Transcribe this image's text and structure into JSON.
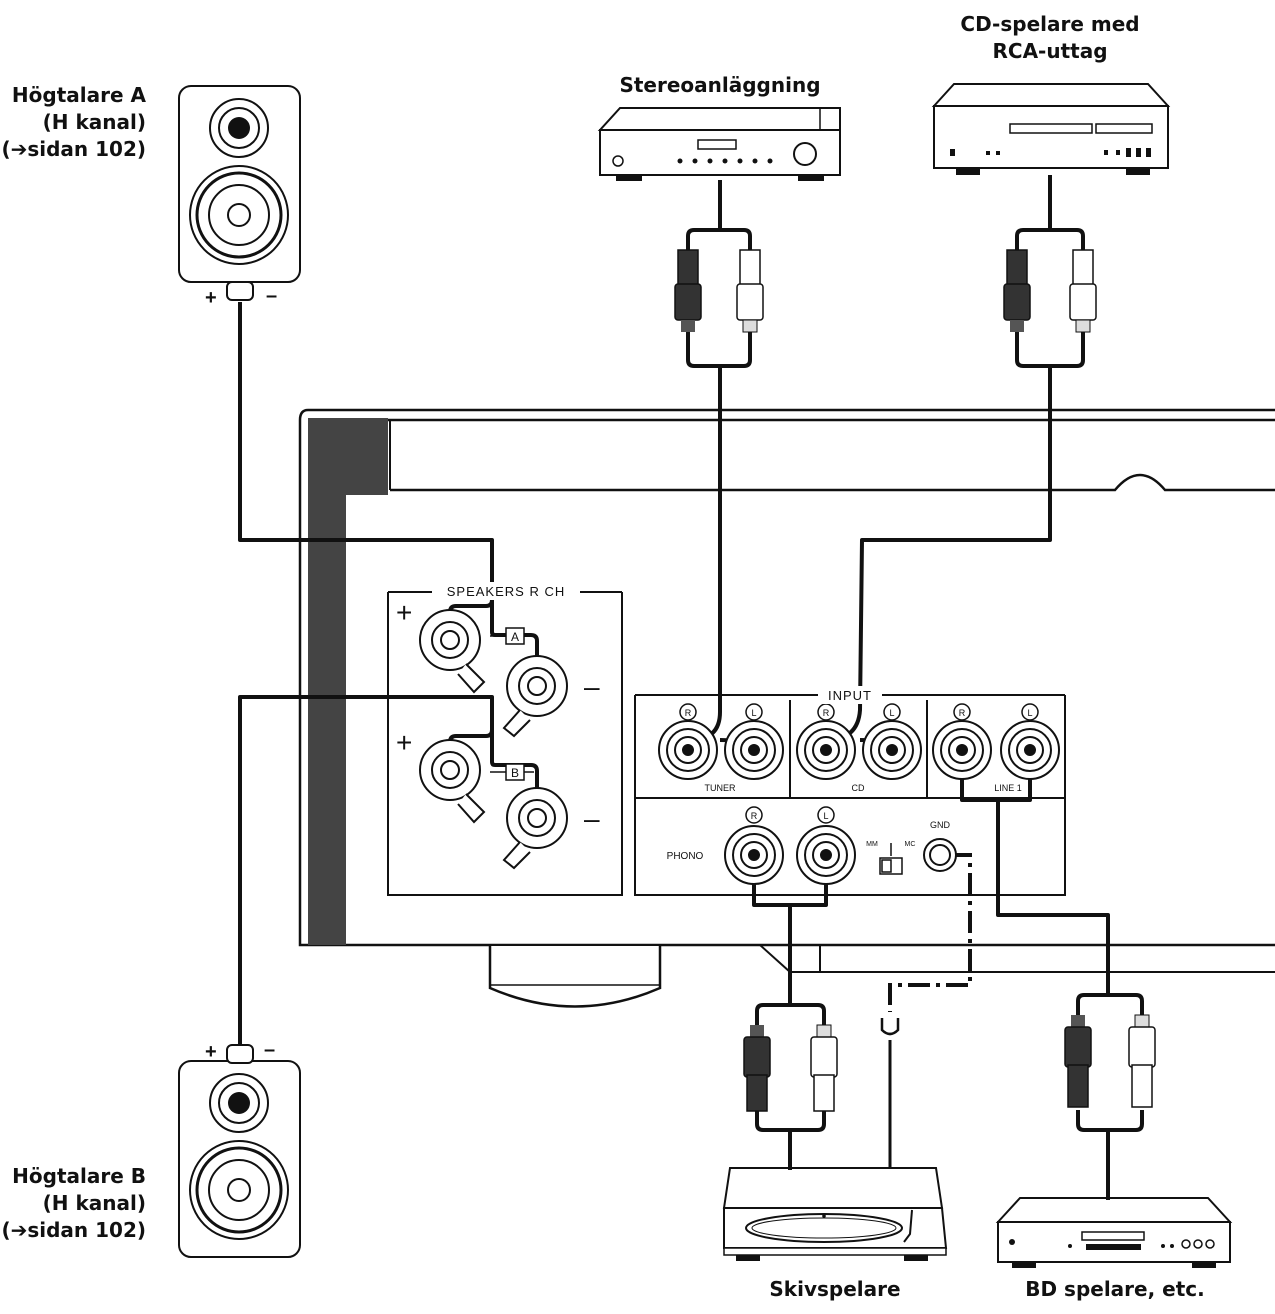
{
  "labels": {
    "speaker_a": [
      "Högtalare A",
      "(H kanal)",
      "(➔sidan 102)"
    ],
    "speaker_b": [
      "Högtalare B",
      "(H kanal)",
      "(➔sidan 102)"
    ],
    "stereo": "Stereoanläggning",
    "cd_player": [
      "CD-spelare med",
      "RCA-uttag"
    ],
    "turntable": "Skivspelare",
    "bd_player": "BD spelare, etc."
  },
  "panel": {
    "speakers_title": "SPEAKERS R CH",
    "speaker_a_tag": "A",
    "speaker_b_tag": "B",
    "input_title": "INPUT",
    "r": "R",
    "l": "L",
    "tuner": "TUNER",
    "cd": "CD",
    "line1": "LINE 1",
    "phono": "PHONO",
    "mm": "MM",
    "mc": "MC",
    "gnd": "GND"
  },
  "colors": {
    "line": "#111111",
    "panel": "#ffffff",
    "dark_corner": "#444444",
    "plug_dark": "#333333"
  }
}
